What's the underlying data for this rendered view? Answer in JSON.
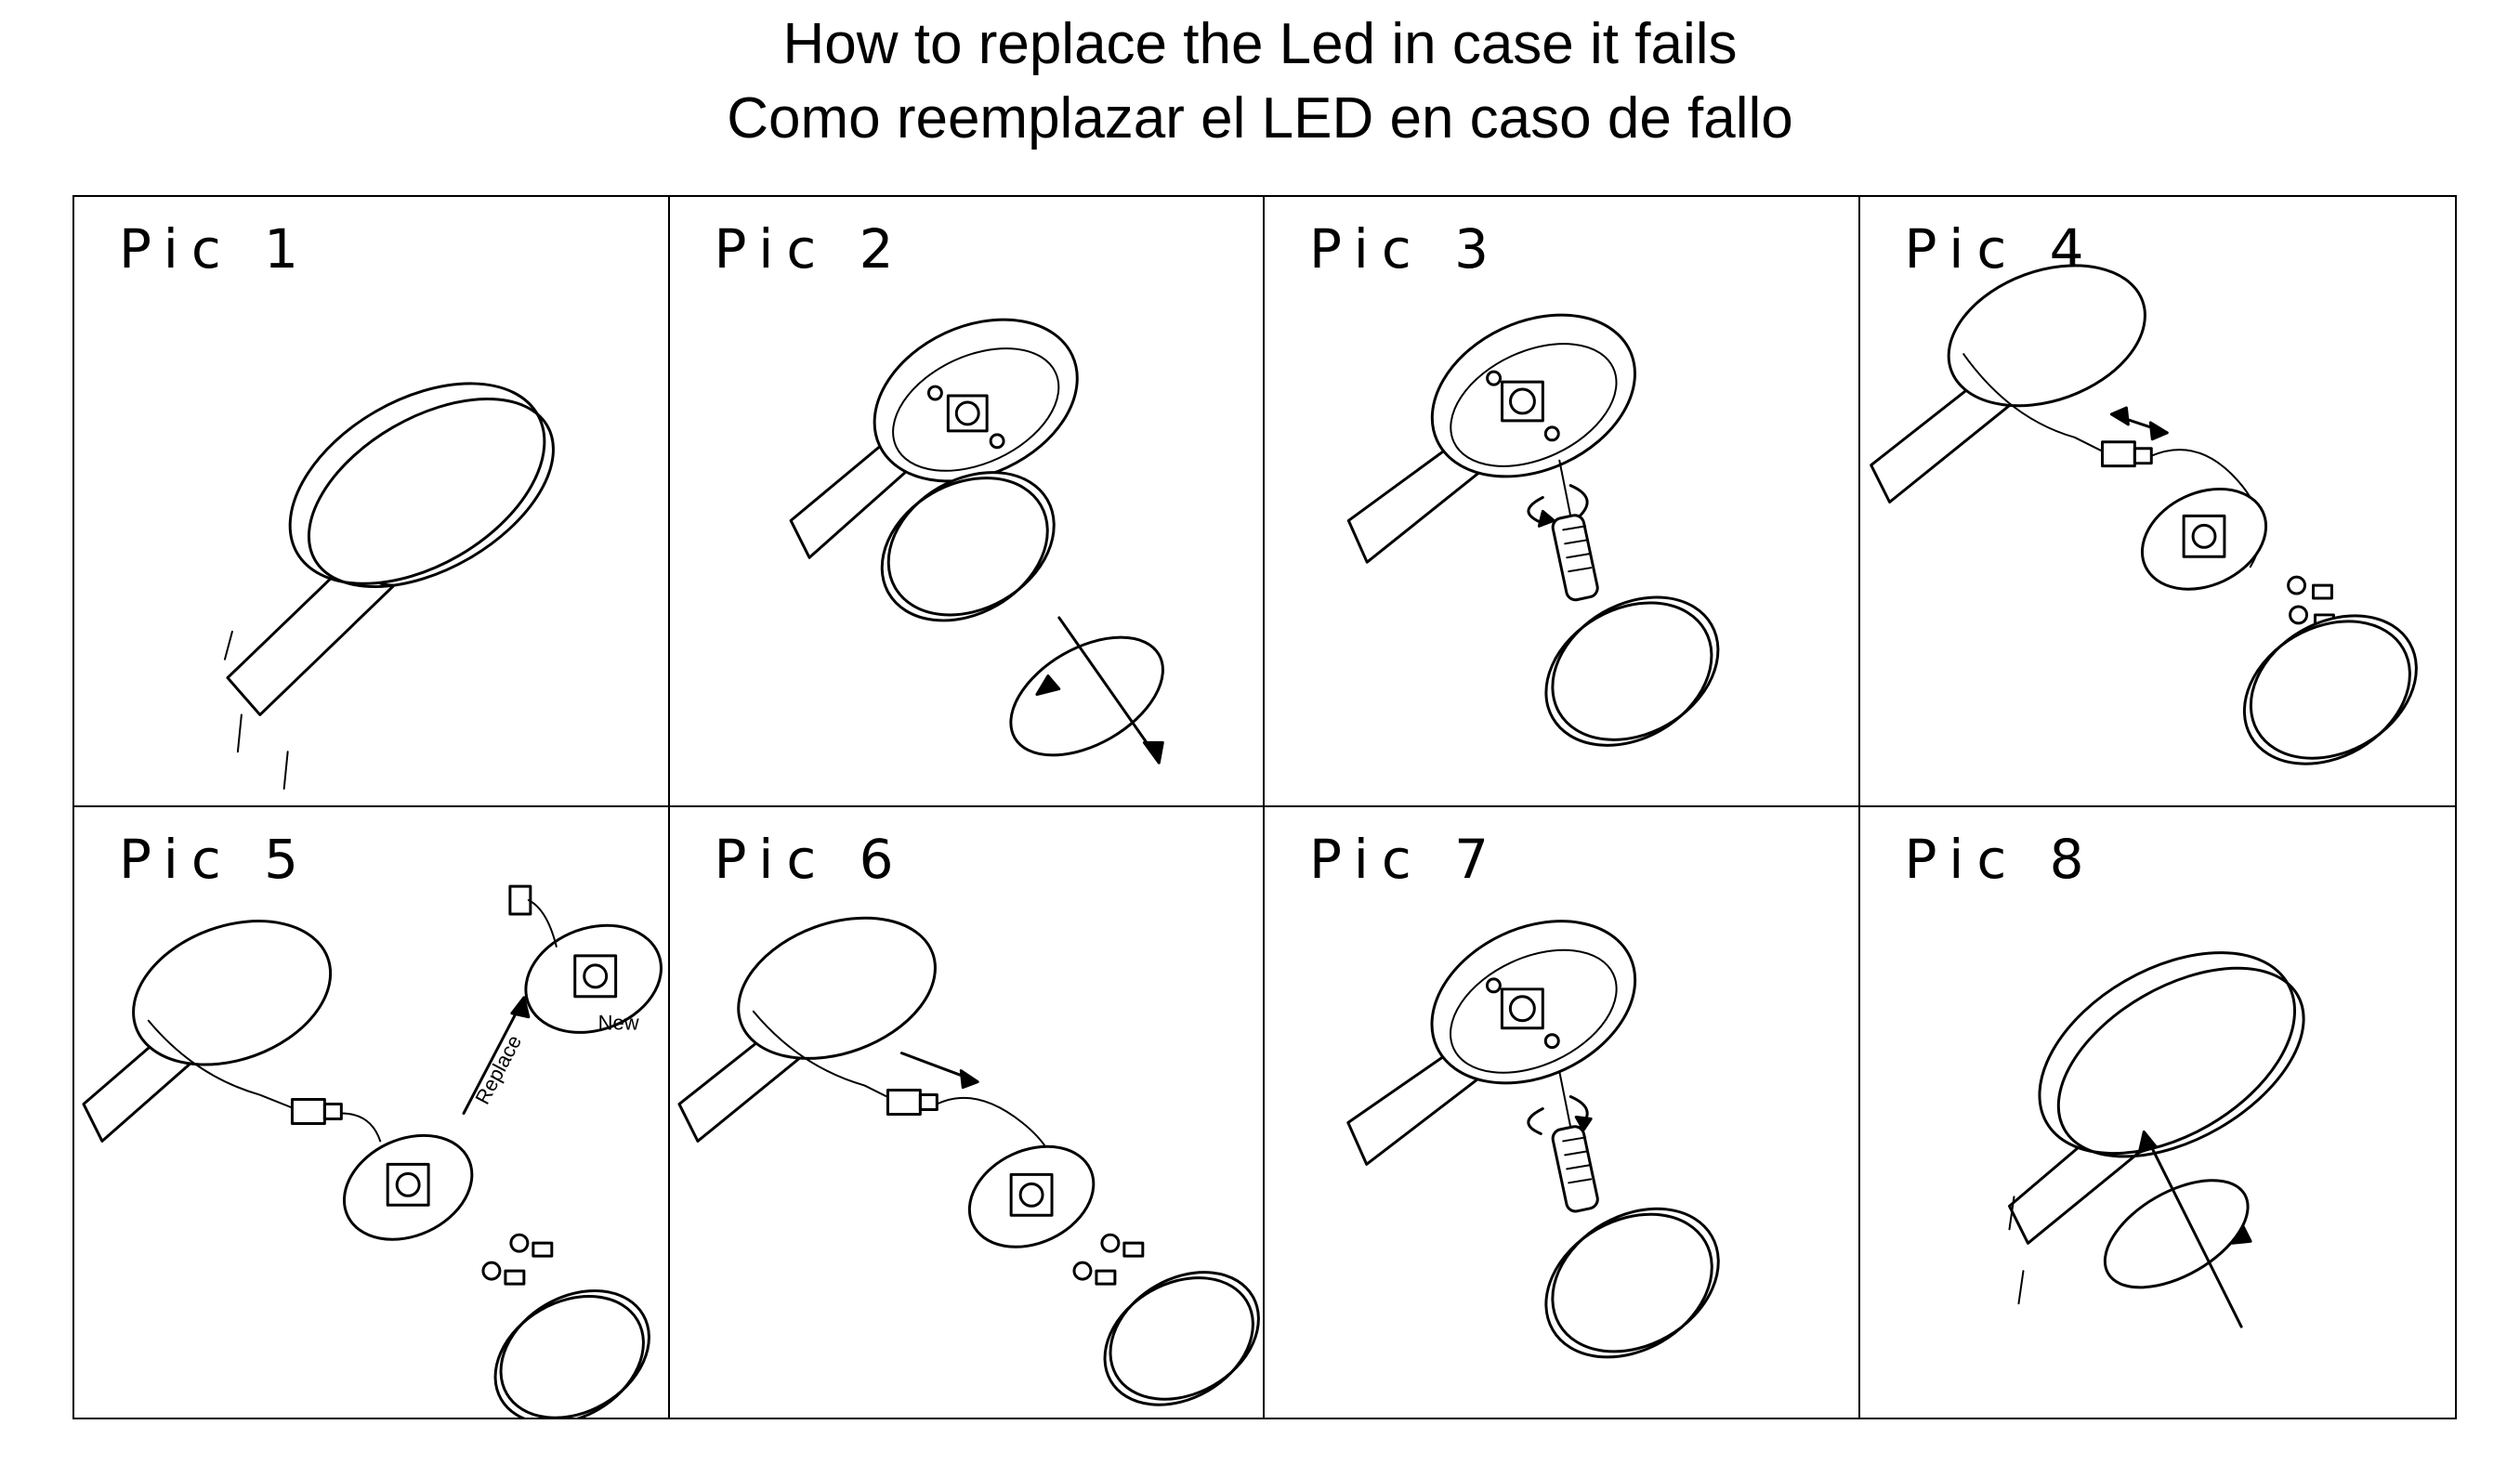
{
  "title": {
    "line1": "How to replace the Led in case it fails",
    "line2": "Como reemplazar el LED en caso de fallo"
  },
  "panels": [
    {
      "label": "Pic 1"
    },
    {
      "label": "Pic 2"
    },
    {
      "label": "Pic 3"
    },
    {
      "label": "Pic 4"
    },
    {
      "label": "Pic 5",
      "annotations": {
        "replace": "Replace",
        "new": "New"
      }
    },
    {
      "label": "Pic 6"
    },
    {
      "label": "Pic 7"
    },
    {
      "label": "Pic 8"
    }
  ]
}
